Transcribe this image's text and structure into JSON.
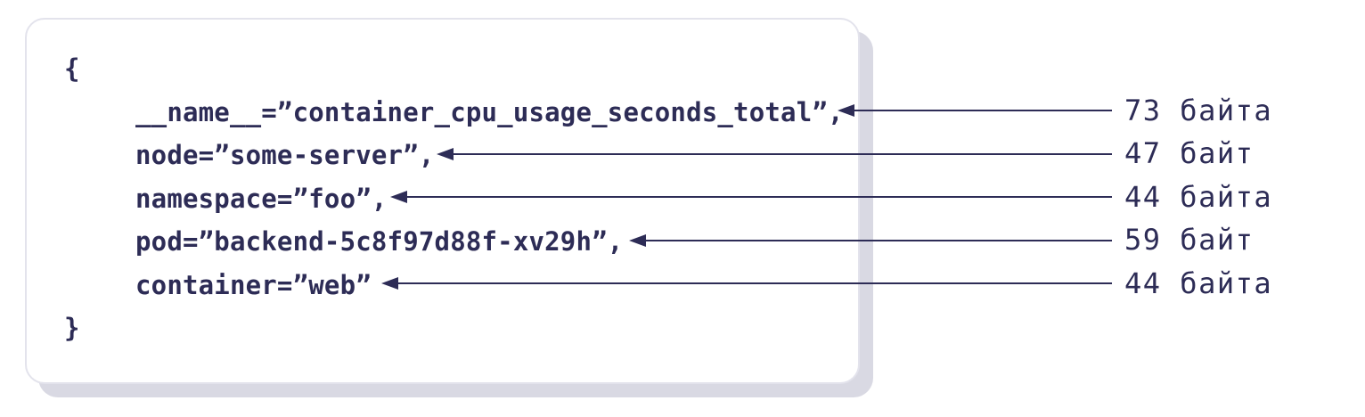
{
  "code": {
    "lines": [
      "{",
      "__name__=”container_cpu_usage_seconds_total”,",
      "node=”some-server”,",
      "namespace=”foo”,",
      "pod=”backend-5c8f97d88f-xv29h”,",
      "container=”web”",
      "}"
    ]
  },
  "annotations": [
    {
      "label": "73 байта"
    },
    {
      "label": "47 байт"
    },
    {
      "label": "44 байта"
    },
    {
      "label": "59 байт"
    },
    {
      "label": "44 байта"
    }
  ],
  "colors": {
    "ink": "#2d2c56",
    "card_border": "#e3e3ec",
    "card_shadow": "#d9d9e3",
    "background": "#ffffff"
  }
}
